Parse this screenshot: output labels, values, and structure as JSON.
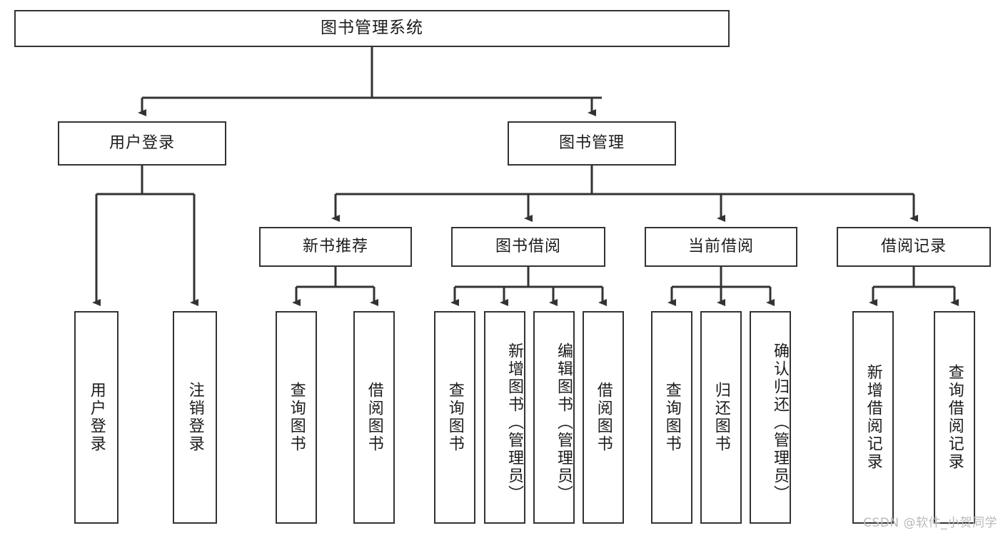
{
  "diagram": {
    "title": "图书管理系统",
    "watermark": "CSDN @软件_小贺同学",
    "stroke_color": "#333333",
    "background_color": "#ffffff",
    "text_color": "#1c1c1c",
    "levels": {
      "root": {
        "label": "图书管理系统"
      },
      "level2": [
        {
          "label": "用户登录"
        },
        {
          "label": "图书管理"
        }
      ],
      "level3": [
        {
          "label": "新书推荐"
        },
        {
          "label": "图书借阅"
        },
        {
          "label": "当前借阅"
        },
        {
          "label": "借阅记录"
        }
      ],
      "leaves": {
        "user_login": [
          {
            "label": "用户登录"
          },
          {
            "label": "注销登录"
          }
        ],
        "new_book_recommend": [
          {
            "label": "查询图书"
          },
          {
            "label": "借阅图书"
          }
        ],
        "book_borrow": [
          {
            "label": "查询图书"
          },
          {
            "label": "新增图书（管理员）"
          },
          {
            "label": "编辑图书（管理员）"
          },
          {
            "label": "借阅图书"
          }
        ],
        "current_borrow": [
          {
            "label": "查询图书"
          },
          {
            "label": "归还图书"
          },
          {
            "label": "确认归还（管理员）"
          }
        ],
        "borrow_record": [
          {
            "label": "新增借阅记录"
          },
          {
            "label": "查询借阅记录"
          }
        ]
      }
    }
  }
}
